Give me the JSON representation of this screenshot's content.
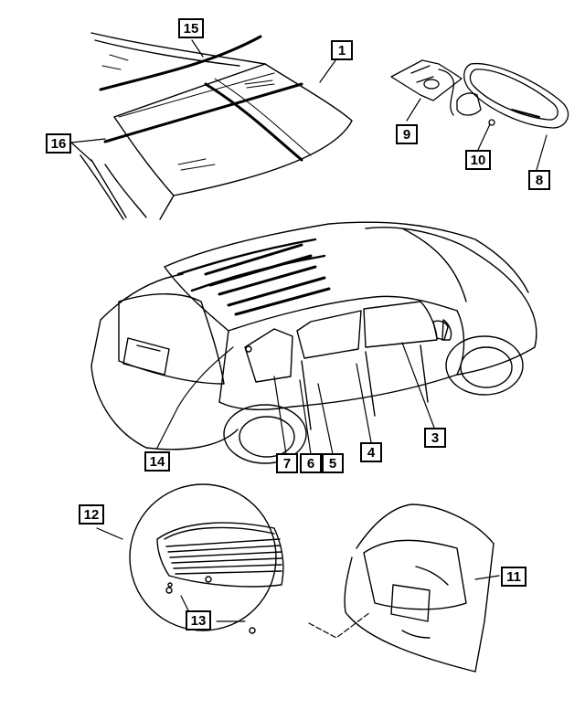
{
  "diagram": {
    "callouts": [
      {
        "id": "c1",
        "label": "1"
      },
      {
        "id": "c2",
        "label": "3"
      },
      {
        "id": "c3",
        "label": "4"
      },
      {
        "id": "c4",
        "label": "5"
      },
      {
        "id": "c5",
        "label": "6"
      },
      {
        "id": "c6",
        "label": "7"
      },
      {
        "id": "c7",
        "label": "8"
      },
      {
        "id": "c8",
        "label": "9"
      },
      {
        "id": "c9",
        "label": "10"
      },
      {
        "id": "c10",
        "label": "11"
      },
      {
        "id": "c11",
        "label": "12"
      },
      {
        "id": "c12",
        "label": "13"
      },
      {
        "id": "c13",
        "label": "14"
      },
      {
        "id": "c14",
        "label": "15"
      },
      {
        "id": "c15",
        "label": "16"
      }
    ],
    "line_color": "#000000",
    "background": "#ffffff"
  }
}
